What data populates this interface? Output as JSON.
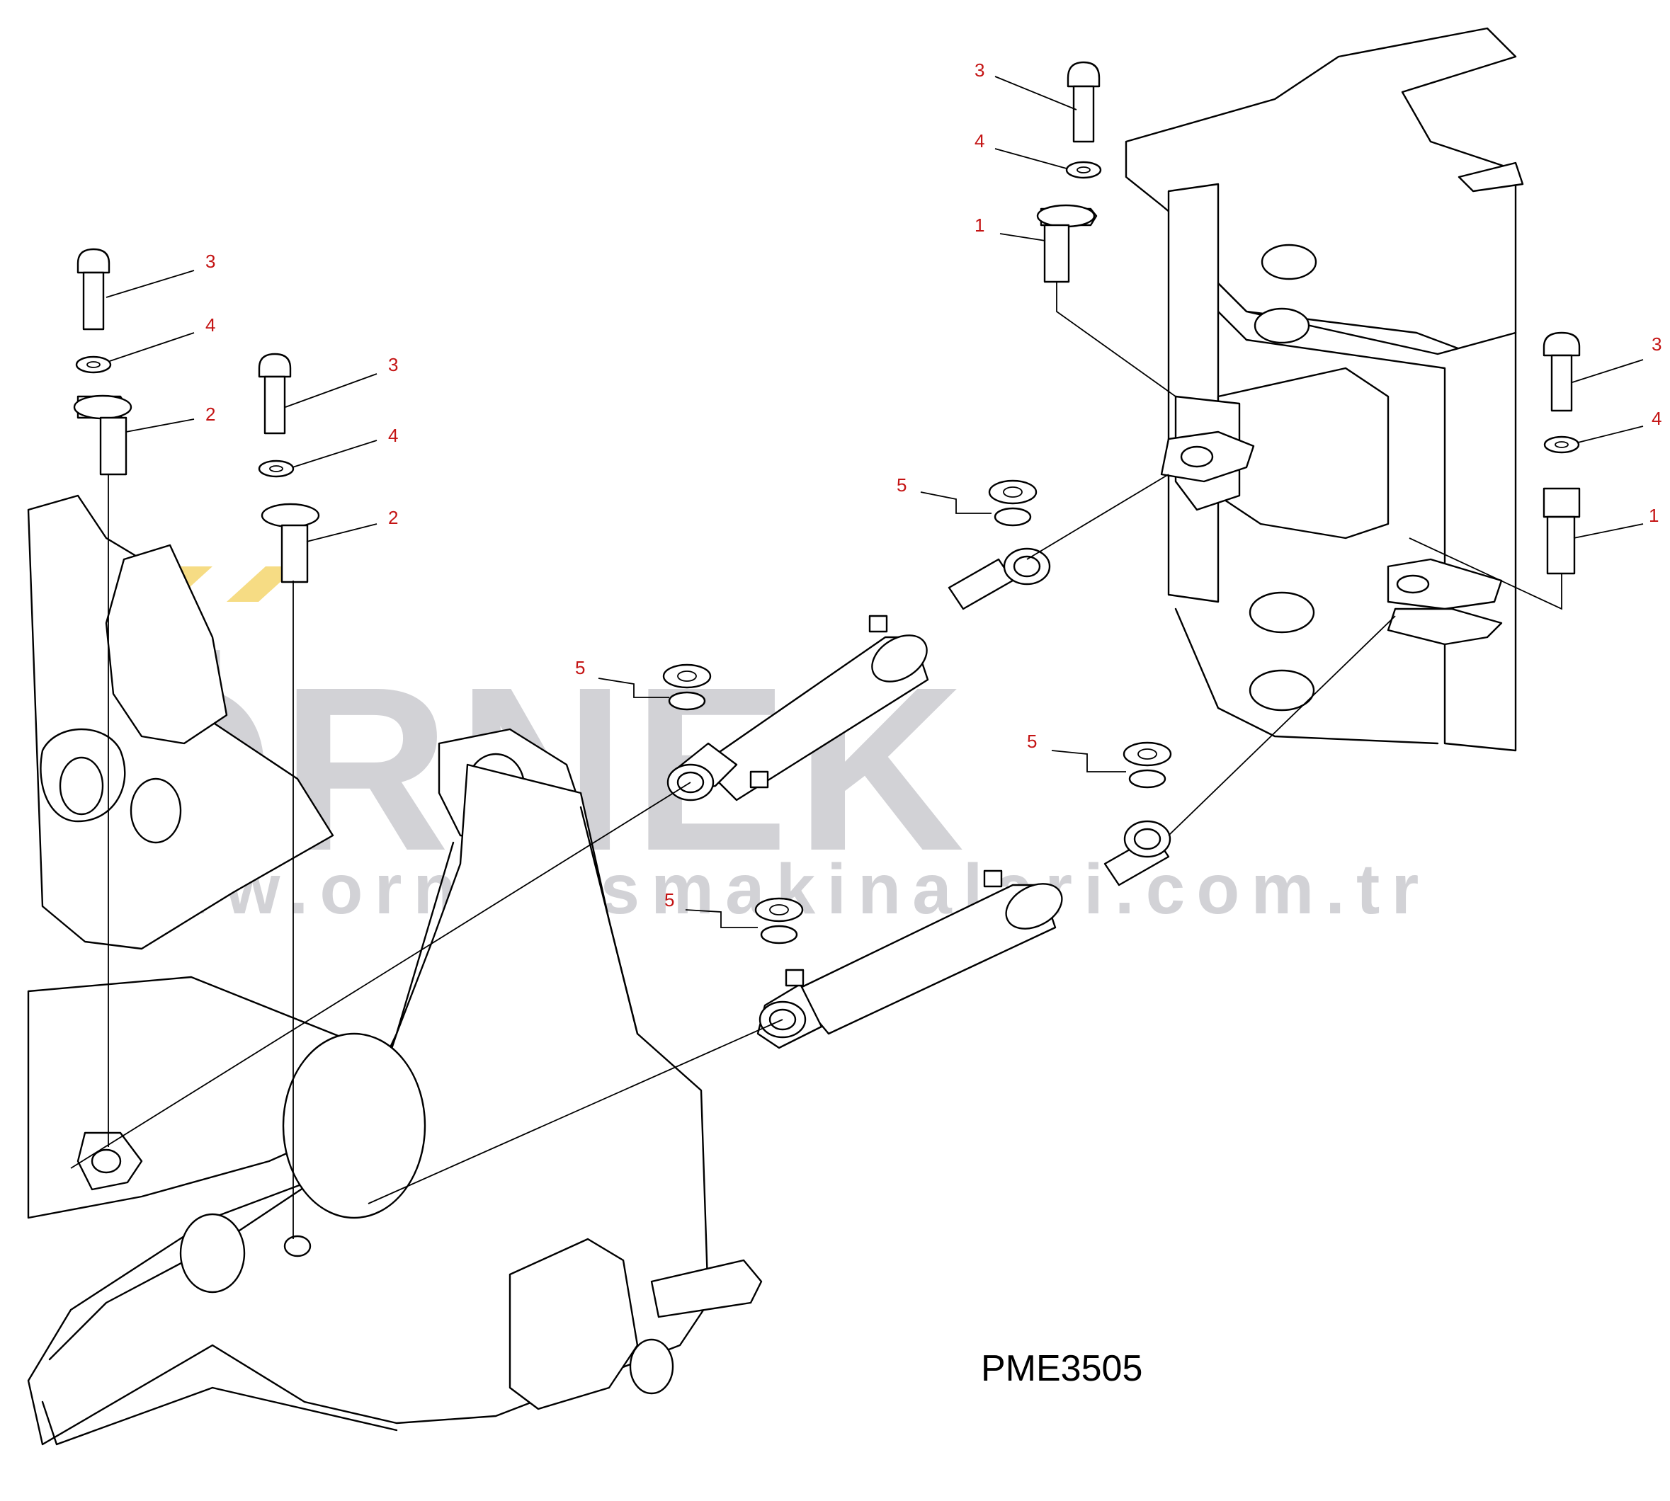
{
  "watermark": {
    "logo_text": "ÖRNEK",
    "url": "www.ornekismakinalari.com.tr",
    "color": "#d2d2d6",
    "accent": "#f6dc84"
  },
  "drawing_code": "PME3505",
  "callout_color": "#c41414",
  "callouts": [
    {
      "id": "c1",
      "label": "3"
    },
    {
      "id": "c2",
      "label": "4"
    },
    {
      "id": "c3",
      "label": "1"
    },
    {
      "id": "c4",
      "label": "3"
    },
    {
      "id": "c5",
      "label": "4"
    },
    {
      "id": "c6",
      "label": "2"
    },
    {
      "id": "c7",
      "label": "3"
    },
    {
      "id": "c8",
      "label": "4"
    },
    {
      "id": "c9",
      "label": "2"
    },
    {
      "id": "c10",
      "label": "3"
    },
    {
      "id": "c11",
      "label": "4"
    },
    {
      "id": "c12",
      "label": "1"
    },
    {
      "id": "c13",
      "label": "5"
    },
    {
      "id": "c14",
      "label": "5"
    },
    {
      "id": "c15",
      "label": "5"
    },
    {
      "id": "c16",
      "label": "5"
    }
  ]
}
